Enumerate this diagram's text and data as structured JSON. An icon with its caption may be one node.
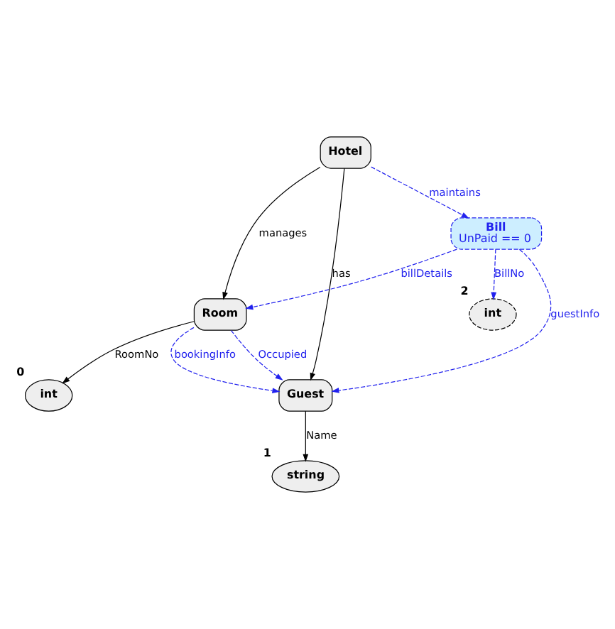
{
  "diagram": {
    "nodes": [
      {
        "text": [
          "int"
        ],
        "beside": [
          "2"
        ]
      },
      {
        "text": [
          "Bill",
          "UnPaid == 0"
        ]
      },
      {
        "text": [
          "Hotel"
        ]
      },
      {
        "text": [
          "Guest"
        ]
      },
      {
        "text": [
          "Room"
        ]
      },
      {
        "text": [
          "string"
        ],
        "beside": [
          "1"
        ]
      },
      {
        "text": [
          "int"
        ],
        "beside": [
          "0"
        ]
      }
    ],
    "edges": [
      {
        "from": 1,
        "to": 0,
        "arrow": "to",
        "label": "BillNo",
        "style": "dashed"
      },
      {
        "from": 1,
        "to": 4,
        "arrow": "to",
        "label": "billDetails",
        "style": "dashed"
      },
      {
        "from": 2,
        "to": 1,
        "arrow": "to",
        "label": "maintains",
        "style": "dashed"
      },
      {
        "from": 1,
        "to": 3,
        "arrow": "to",
        "label": "guestInfo",
        "style": "dashed"
      },
      {
        "from": 2,
        "to": 3,
        "arrow": "to",
        "label": "has",
        "color": "#000000"
      },
      {
        "from": 2,
        "to": 4,
        "arrow": "to",
        "label": "manages",
        "color": "#000000"
      },
      {
        "from": 4,
        "to": 3,
        "arrow": "to",
        "label": "Occupied",
        "style": "dashed"
      },
      {
        "from": 4,
        "to": 3,
        "arrow": "to",
        "label": "bookingInfo",
        "style": "dashed"
      },
      {
        "from": 3,
        "to": 5,
        "arrow": "to",
        "label": "Name",
        "color": "#000000"
      },
      {
        "from": 4,
        "to": 6,
        "arrow": "to",
        "label": "RoomNo",
        "color": "#000000"
      }
    ]
  }
}
